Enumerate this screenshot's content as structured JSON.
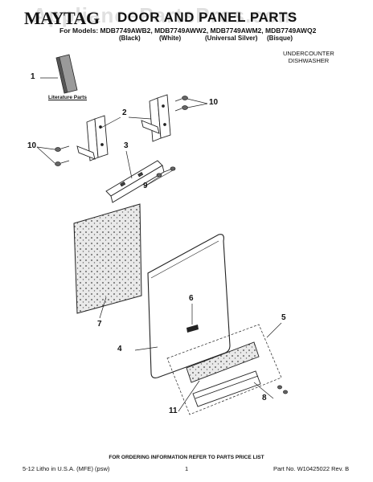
{
  "header": {
    "brand": "MAYTAG",
    "title": "DOOR AND PANEL PARTS",
    "models": "For Models: MDB7749AWB2, MDB7749AWW2, MDB7749AWM2, MDB7749AWQ2",
    "color_black": "(Black)",
    "color_white": "(White)",
    "color_silver": "(Universal Silver)",
    "color_bisque": "(Bisque)",
    "product_line1": "UNDERCOUNTER",
    "product_line2": "DISHWASHER"
  },
  "watermark": "AppliancePartsPros.com",
  "diagram": {
    "literature_label": "Literature Parts",
    "callouts": [
      "1",
      "2",
      "3",
      "4",
      "5",
      "6",
      "7",
      "8",
      "9",
      "10",
      "10",
      "11"
    ]
  },
  "footer": {
    "ordering_note": "FOR ORDERING INFORMATION REFER TO PARTS PRICE LIST",
    "litho": "5-12 Litho in U.S.A. (MFE) (psw)",
    "page": "1",
    "part_number": "Part No. W10425022 Rev. B"
  }
}
